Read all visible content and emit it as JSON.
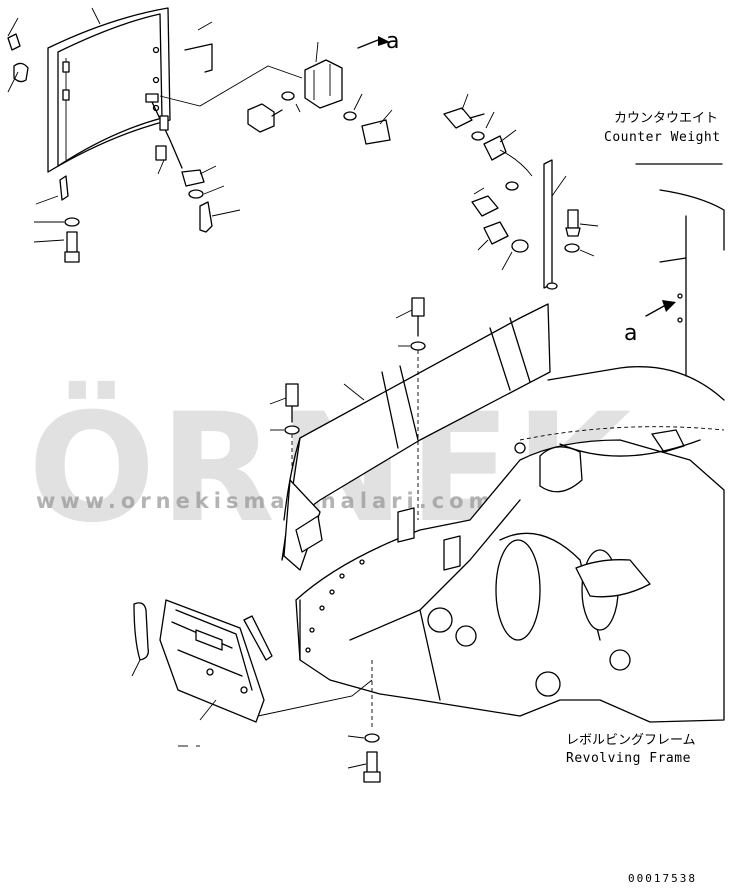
{
  "labels": {
    "counterweight_jp": "カウンタウエイト",
    "counterweight_en": "Counter Weight",
    "revolving_frame_jp": "レボルビングフレーム",
    "revolving_frame_en": "Revolving Frame",
    "view_mark_top": "a",
    "view_mark_side": "a"
  },
  "watermark": {
    "logo_text": "ÖRNEK",
    "url": "www.ornekismakinalari.com.tr",
    "color": "#c9c9c9"
  },
  "drawing_number": "00017538"
}
